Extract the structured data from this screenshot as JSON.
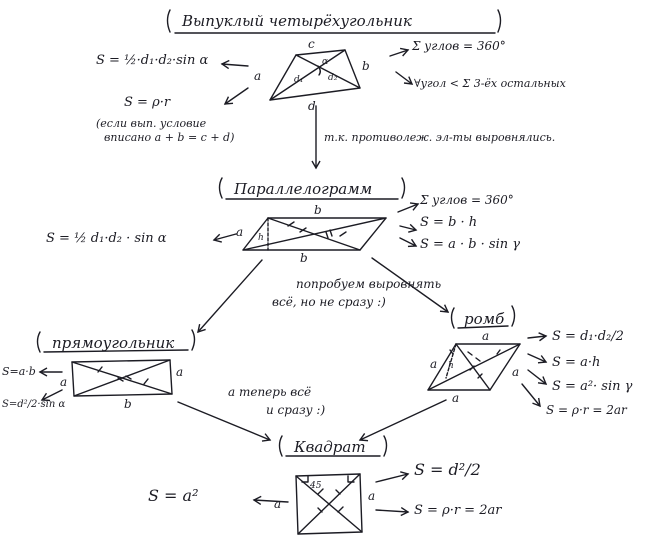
{
  "colors": {
    "ink": "#1c1c24",
    "paper": "#ffffff"
  },
  "icons": [
    "arrow-right-icon",
    "arrow-left-icon",
    "arrow-down-icon"
  ],
  "convex": {
    "title": "Выпуклый четырёхугольник",
    "area_diag": "S = ½·d₁·d₂·sin α",
    "area_inscribed": "S = ρ·r",
    "condition": "(если вып. условие",
    "condition2": "вписано a + b = c + d)",
    "angle_sum": "Σ углов = 360°",
    "angle_ineq": "∀угол < Σ 3-ёх остальных",
    "side_a": "a",
    "side_b": "b",
    "side_c": "c",
    "side_d": "d",
    "d1": "d₁",
    "d2": "d₂",
    "alpha": "α"
  },
  "transition_1": "т.к. противолеж. эл-ты выровнялись.",
  "parallelogram": {
    "title": "Параллелограмм",
    "area_diag": "S = ½ d₁·d₂ · sin α",
    "angle_sum": "Σ углов = 360°",
    "area_h": "S = b · h",
    "area_sin": "S = a · b · sin γ",
    "side_a": "a",
    "side_b_top": "b",
    "side_b_bottom": "b",
    "h": "h"
  },
  "transition_2": "попробуем выровнять",
  "transition_2b": "всё, но не сразу :)",
  "rectangle": {
    "title": "прямоугольник",
    "area_ab": "S=a·b",
    "area_diag": "S=d²/2·sin α",
    "side_a_left": "a",
    "side_a_right": "a",
    "side_b": "b"
  },
  "rhombus": {
    "title": "ромб",
    "area_diag": "S = d₁·d₂/2",
    "area_h": "S = a·h",
    "area_sin": "S = a²· sin γ",
    "area_r": "S = ρ·r = 2ar",
    "side_a_top": "a",
    "side_a_left": "a",
    "side_a_right": "a",
    "side_a_bottom": "a",
    "h": "h"
  },
  "transition_3": "а теперь всё",
  "transition_3b": "и сразу :)",
  "square": {
    "title": "Квадрат",
    "area_a2": "S = a²",
    "area_diag": "S = d²/2",
    "area_r": "S = ρ·r = 2ar",
    "side_a_left": "a",
    "side_a_right": "a",
    "angle_45": "45"
  }
}
